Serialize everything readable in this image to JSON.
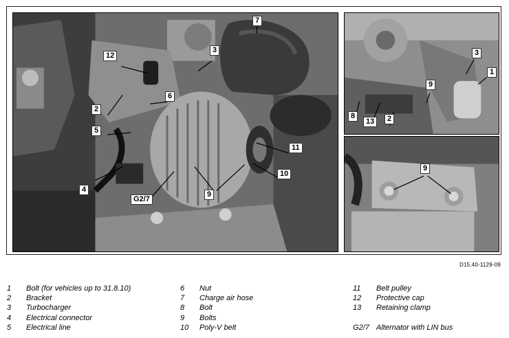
{
  "figure": {
    "callouts_main": [
      "7",
      "3",
      "12",
      "6",
      "2",
      "5",
      "11",
      "10",
      "4",
      "9",
      "G2/7"
    ],
    "callouts_top": [
      "3",
      "1",
      "9",
      "8",
      "13",
      "2"
    ],
    "callouts_bottom": [
      "9"
    ]
  },
  "doc_id": "D15.40-1129-09",
  "legend": {
    "col1": [
      {
        "num": "1",
        "text": "Bolt (for vehicles up to 31.8.10)"
      },
      {
        "num": "2",
        "text": "Bracket"
      },
      {
        "num": "3",
        "text": "Turbocharger"
      },
      {
        "num": "4",
        "text": "Electrical connector"
      },
      {
        "num": "5",
        "text": "Electrical line"
      }
    ],
    "col2": [
      {
        "num": "6",
        "text": "Nut"
      },
      {
        "num": "7",
        "text": "Charge air hose"
      },
      {
        "num": "8",
        "text": "Bolt"
      },
      {
        "num": "9",
        "text": "Bolts"
      },
      {
        "num": "10",
        "text": "Poly-V belt"
      }
    ],
    "col3": [
      {
        "num": "11",
        "text": "Belt pulley"
      },
      {
        "num": "12",
        "text": "Protective cap"
      },
      {
        "num": "13",
        "text": "Retaining clamp"
      },
      {
        "num": "G2/7",
        "text": "Alternator with LIN bus"
      }
    ]
  }
}
